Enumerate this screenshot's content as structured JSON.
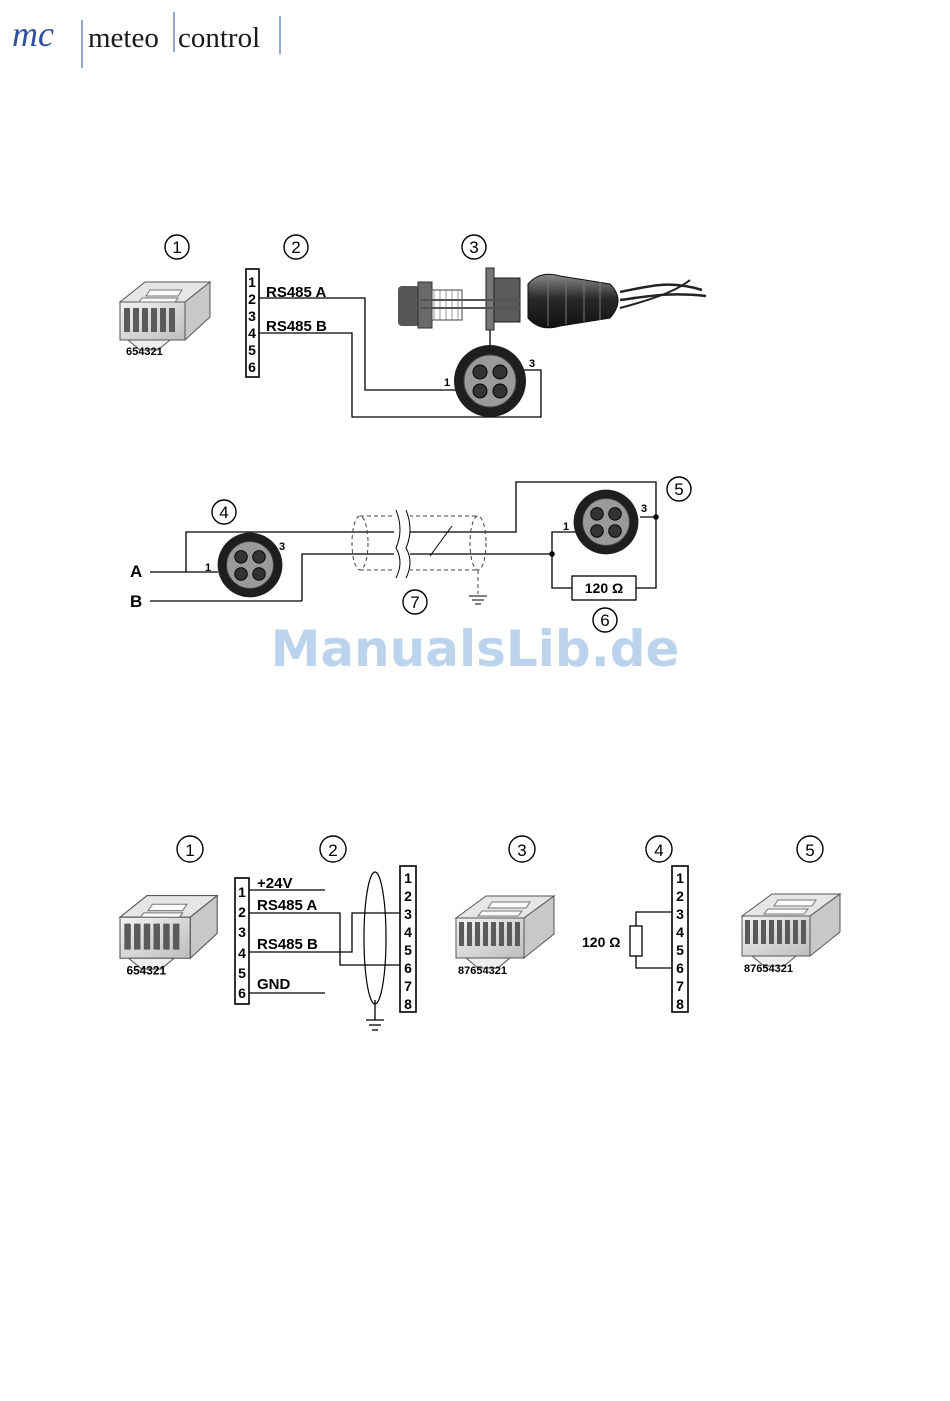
{
  "header": {
    "logo_mark": "mc",
    "brand_left": "meteo",
    "brand_right": "control",
    "brand_color": "#2f4f9f"
  },
  "watermark": {
    "text": "ManualsLib.de",
    "color": "#bcd3ee"
  },
  "diagram1": {
    "callouts": [
      "1",
      "2",
      "3"
    ],
    "rj12_pin_text": "654321",
    "terminal_pins": [
      "1",
      "2",
      "3",
      "4",
      "5",
      "6"
    ],
    "label_a": "RS485 A",
    "label_b": "RS485 B",
    "connector_pin_left": "1",
    "connector_pin_right": "3"
  },
  "diagram2": {
    "callouts": [
      "4",
      "5",
      "6",
      "7"
    ],
    "line_a": "A",
    "line_b": "B",
    "connector_left": {
      "pin_left": "1",
      "pin_right": "3"
    },
    "connector_right": {
      "pin_left": "1",
      "pin_right": "3"
    },
    "resistor_label": "120  Ω"
  },
  "diagram3": {
    "callouts": [
      "1",
      "2",
      "3",
      "4",
      "5"
    ],
    "rj12_pin_text": "654321",
    "rj45_pin_text": "87654321",
    "rj45b_pin_text": "87654321",
    "terminal6_pins": [
      "1",
      "2",
      "3",
      "4",
      "5",
      "6"
    ],
    "terminal8_pins": [
      "1",
      "2",
      "3",
      "4",
      "5",
      "6",
      "7",
      "8"
    ],
    "terminal8b_pins": [
      "1",
      "2",
      "3",
      "4",
      "5",
      "6",
      "7",
      "8"
    ],
    "label_24v": "+24V",
    "label_a": "RS485 A",
    "label_b": "RS485 B",
    "label_gnd": "GND",
    "resistor_label": "120 Ω"
  }
}
